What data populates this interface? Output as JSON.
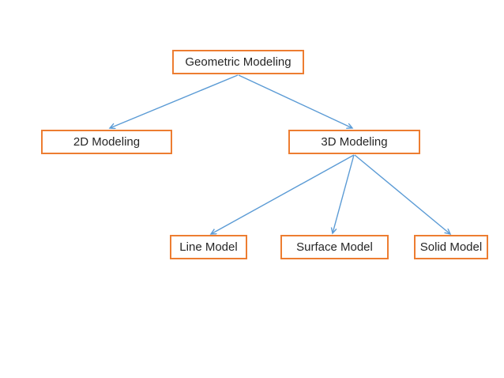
{
  "diagram": {
    "type": "hierarchy-flowchart",
    "background_color": "#FFFFFF",
    "box_border_color": "#ED7D31",
    "arrow_color": "#5B9BD5",
    "text_color": "#262626",
    "nodes": {
      "root": {
        "label": "Geometric Modeling"
      },
      "modeling2d": {
        "label": "2D Modeling"
      },
      "modeling3d": {
        "label": "3D Modeling"
      },
      "line_model": {
        "label": "Line Model"
      },
      "surface_model": {
        "label": "Surface Model"
      },
      "solid_model": {
        "label": "Solid Model"
      }
    },
    "edges": [
      {
        "from": "Geometric Modeling",
        "to": "2D Modeling"
      },
      {
        "from": "Geometric Modeling",
        "to": "3D Modeling"
      },
      {
        "from": "3D Modeling",
        "to": "Line Model"
      },
      {
        "from": "3D Modeling",
        "to": "Surface Model"
      },
      {
        "from": "3D Modeling",
        "to": "Solid Model"
      }
    ]
  }
}
